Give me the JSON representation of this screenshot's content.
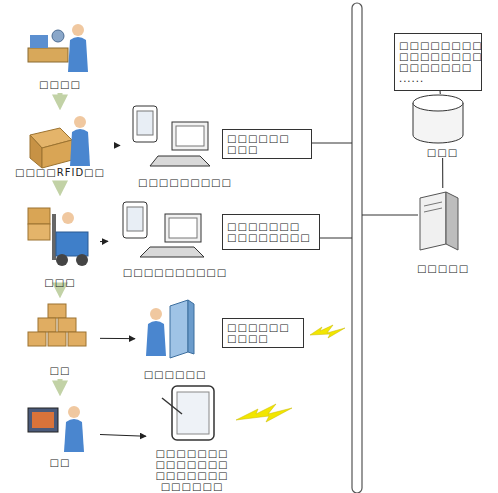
{
  "diagram": {
    "nodes": [
      {
        "text": [
          "□□□□"
        ]
      },
      {
        "text": [
          "□□□□RFID□□"
        ]
      },
      {
        "text": [
          "□□□□□□□□□"
        ]
      },
      {
        "text": [
          "□□□□□□ □□□"
        ]
      },
      {
        "text": [
          "□□□"
        ]
      },
      {
        "text": [
          "□□□□□□□□□□"
        ]
      },
      {
        "text": [
          "□□□□□□□ □□□□□□□□"
        ]
      },
      {
        "text": [
          "□□"
        ]
      },
      {
        "text": [
          "□□□□□□"
        ]
      },
      {
        "text": [
          "□□□□□□ □□□□"
        ]
      },
      {
        "text": [
          "□□"
        ]
      },
      {
        "text": [
          "□□□□□□□ □□□□□□□ □□□□□□□ □□□□□□"
        ]
      },
      {
        "text": [
          "□□□□□□□□ □□□□□□□□ □□□□□□□",
          "......"
        ]
      },
      {
        "text": [
          "□□□"
        ]
      },
      {
        "text": [
          "□□□□□"
        ]
      }
    ],
    "edges": [
      {
        "from": 0,
        "to": 1,
        "arrow": "to"
      },
      {
        "from": 1,
        "to": 4,
        "arrow": "to"
      },
      {
        "from": 4,
        "to": 7,
        "arrow": "to"
      },
      {
        "from": 7,
        "to": 10,
        "arrow": "to"
      },
      {
        "from": 1,
        "to": 2,
        "arrow": "to"
      },
      {
        "from": 4,
        "to": 5,
        "arrow": "to"
      },
      {
        "from": 7,
        "to": 8,
        "arrow": "to"
      },
      {
        "from": 10,
        "to": 11,
        "arrow": "to"
      },
      {
        "from": 12,
        "to": 13,
        "arrow": "none"
      },
      {
        "from": 13,
        "to": 14,
        "arrow": "none"
      }
    ]
  }
}
